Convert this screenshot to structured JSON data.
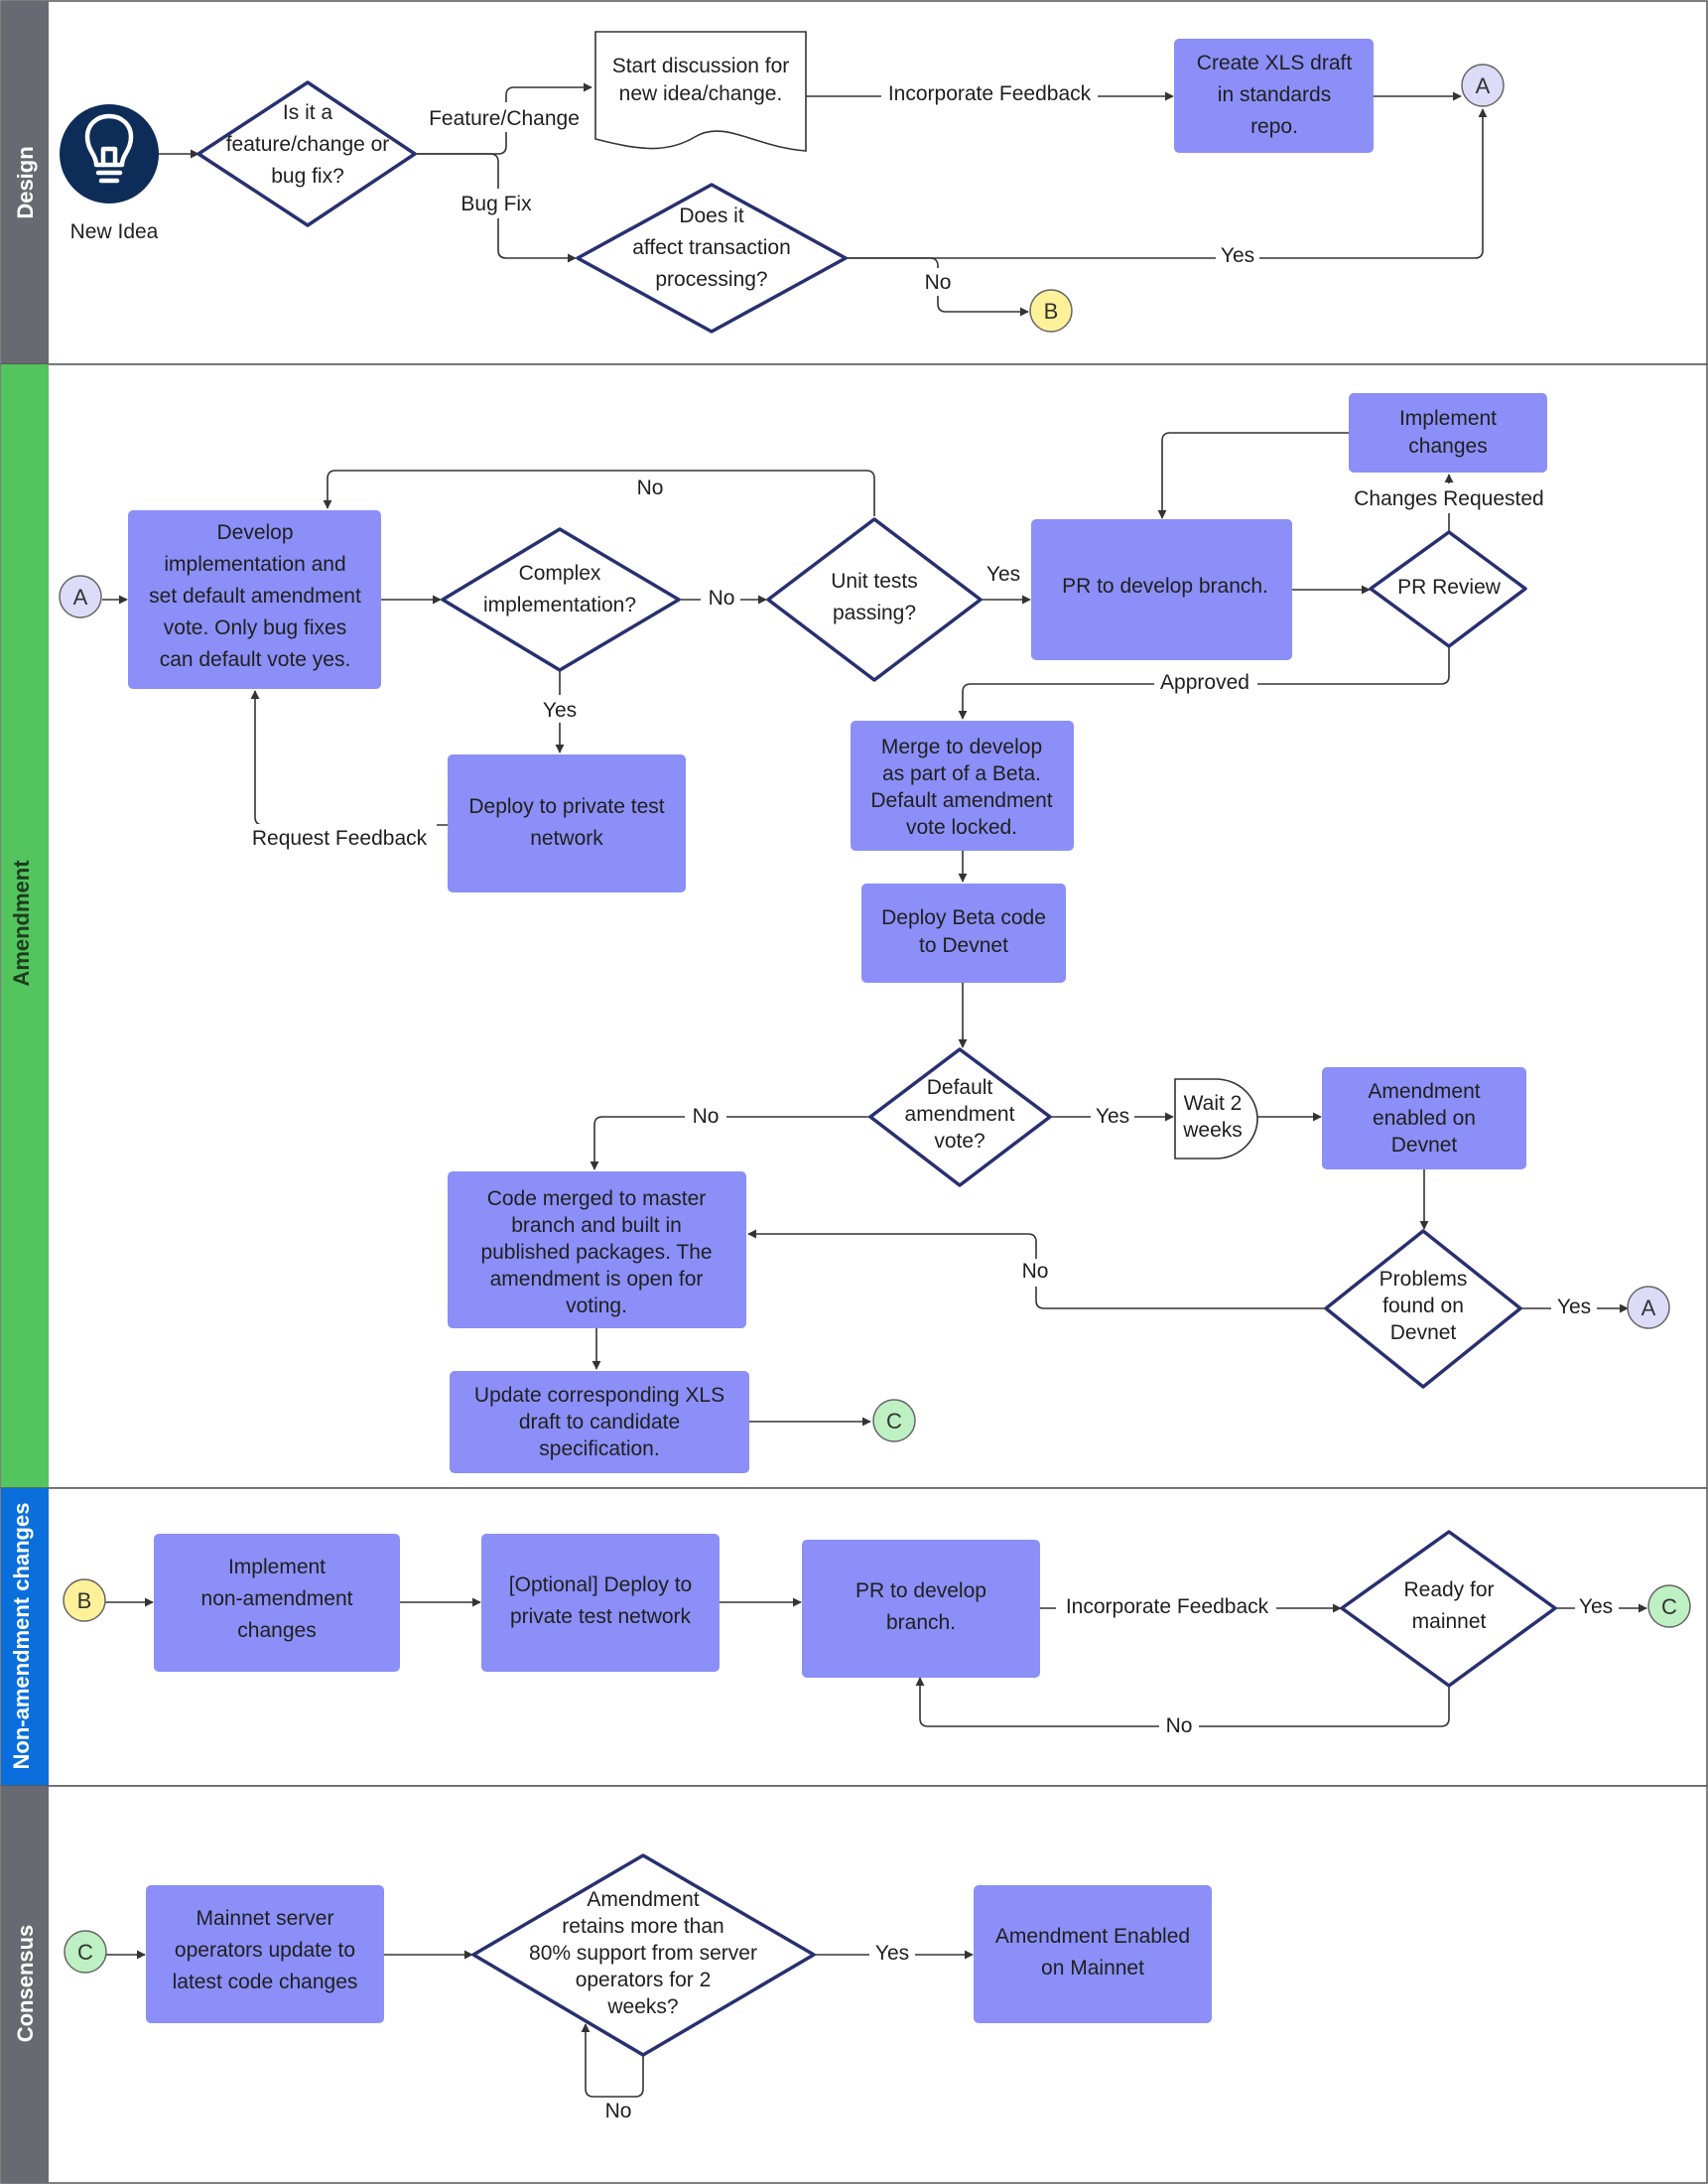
{
  "colors": {
    "process": "#8b8ff7",
    "decision_stroke": "#283070",
    "connector_a": "#dcdcf8",
    "connector_b": "#fdf19a",
    "connector_c": "#bdf0c2",
    "lane_design": "#676a70",
    "lane_amendment": "#54c45e",
    "lane_nonamend": "#0a6fdc",
    "lane_consensus": "#676a70",
    "icon_bg": "#0d2c57"
  },
  "lanes": {
    "design": "Design",
    "amendment": "Amendment",
    "non_amendment": "Non-amendment changes",
    "consensus": "Consensus"
  },
  "icons": {
    "new_idea": "lightbulb-icon"
  },
  "nodes": {
    "new_idea": "New Idea",
    "is_feature": [
      "Is it a",
      "feature/change or",
      "bug fix?"
    ],
    "start_discussion": [
      "Start discussion for",
      "new idea/change."
    ],
    "create_xls": [
      "Create XLS draft",
      "in standards",
      "repo."
    ],
    "affect_tx": [
      "Does it",
      "affect transaction",
      "processing?"
    ],
    "develop_impl": [
      "Develop",
      "implementation and",
      "set default amendment",
      "vote. Only bug fixes",
      "can default vote yes."
    ],
    "complex_impl": [
      "Complex",
      "implementation?"
    ],
    "unit_tests": [
      "Unit tests",
      "passing?"
    ],
    "pr_develop": "PR to develop branch.",
    "implement_changes": [
      "Implement",
      "changes"
    ],
    "pr_review": "PR Review",
    "deploy_private": [
      "Deploy to private test",
      "network"
    ],
    "merge_beta": [
      "Merge to develop",
      "as part of a Beta.",
      "Default amendment",
      "vote locked."
    ],
    "deploy_devnet": [
      "Deploy Beta code",
      "to Devnet"
    ],
    "default_vote": [
      "Default",
      "amendment",
      "vote?"
    ],
    "wait_2_weeks": [
      "Wait 2",
      "weeks"
    ],
    "enabled_devnet": [
      "Amendment",
      "enabled on",
      "Devnet"
    ],
    "code_merged": [
      "Code merged to master",
      "branch and built in",
      "published packages. The",
      "amendment is open for",
      "voting."
    ],
    "problems_devnet": [
      "Problems",
      "found on",
      "Devnet"
    ],
    "update_xls": [
      "Update corresponding XLS",
      "draft to candidate",
      "specification."
    ],
    "implement_nonamend": [
      "Implement",
      "non-amendment",
      "changes"
    ],
    "optional_deploy": [
      "[Optional] Deploy to",
      "private test network"
    ],
    "pr_develop_2": [
      "PR to develop",
      "branch."
    ],
    "ready_mainnet": [
      "Ready for",
      "mainnet"
    ],
    "mainnet_update": [
      "Mainnet server",
      "operators update to",
      "latest code changes"
    ],
    "retains_support": [
      "Amendment",
      "retains more than",
      "80% support from server",
      "operators for 2",
      "weeks?"
    ],
    "enabled_mainnet": [
      "Amendment Enabled",
      "on Mainnet"
    ]
  },
  "connectors": {
    "a": "A",
    "b": "B",
    "c": "C"
  },
  "edge_labels": {
    "feature_change": "Feature/Change",
    "bug_fix": "Bug Fix",
    "incorporate_feedback": "Incorporate Feedback",
    "yes": "Yes",
    "no": "No",
    "changes_requested": "Changes Requested",
    "approved": "Approved",
    "request_feedback": "Request Feedback"
  }
}
